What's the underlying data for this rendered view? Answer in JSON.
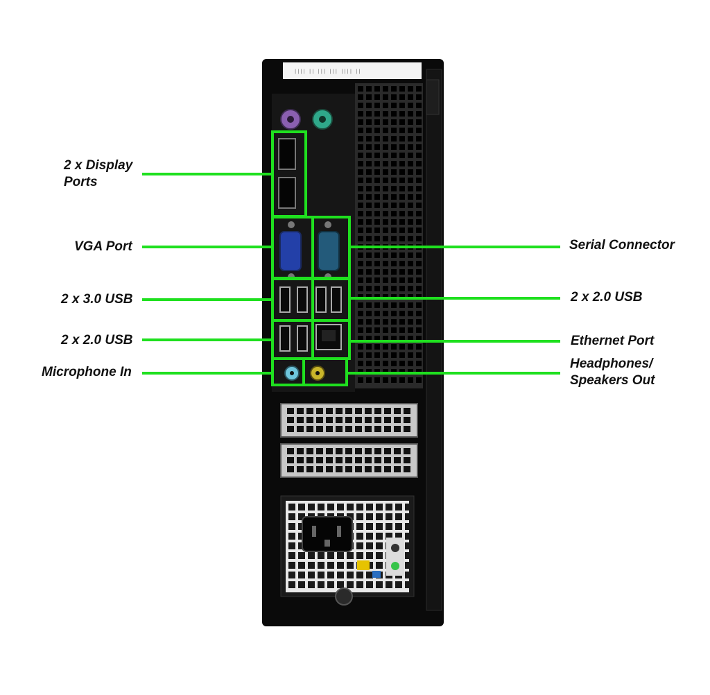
{
  "colors": {
    "callout": "#1fe01f",
    "chassis": "#0a0a0a",
    "panel": "#161616",
    "ps2_keyboard": "#8a5fb0",
    "ps2_mouse": "#2fa88a",
    "vga": "#2340a8",
    "serial": "#235a7a",
    "mic_jack": "#6fc6dc",
    "headphone_jack": "#c9b52a",
    "psu_led": "#37c44a",
    "label_text": "#111111"
  },
  "icons": [
    "power-socket-icon",
    "ps2-port-icon",
    "display-port-icon",
    "vga-port-icon",
    "serial-port-icon",
    "usb-port-icon",
    "ethernet-port-icon",
    "audio-jack-icon"
  ],
  "labels": {
    "display_ports": "2 x Display\nPorts",
    "vga_port": "VGA Port",
    "usb3": "2 x 3.0 USB",
    "usb2_left": "2 x 2.0 USB",
    "microphone": "Microphone In",
    "serial": "Serial Connector",
    "usb2_right": "2 x 2.0 USB",
    "ethernet": "Ethernet Port",
    "headphones": "Headphones/\nSpeakers Out"
  }
}
